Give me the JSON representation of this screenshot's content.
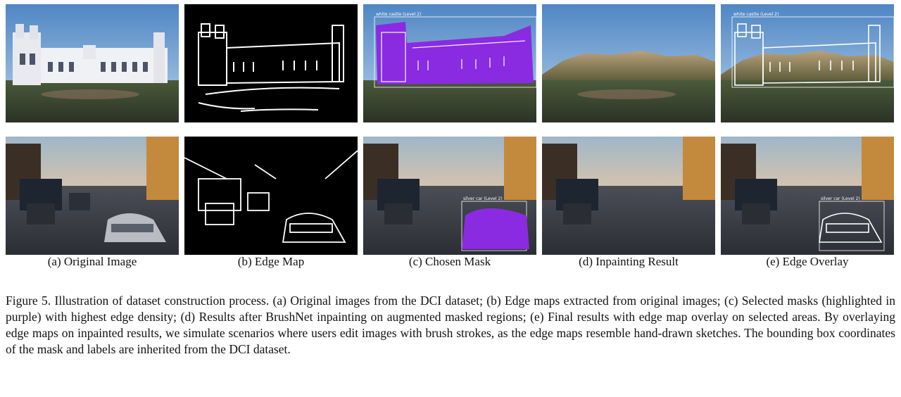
{
  "columns": [
    {
      "caption": "(a) Original Image"
    },
    {
      "caption": "(b) Edge Map"
    },
    {
      "caption": "(c) Chosen Mask"
    },
    {
      "caption": "(d) Inpainting Result"
    },
    {
      "caption": "(e) Edge Overlay"
    }
  ],
  "row1": {
    "mask_label": "white castle (Level 2)"
  },
  "row2": {
    "mask_label": "silver car (Level 2)"
  },
  "colors": {
    "mask_purple": "#8a2be2",
    "edge_white": "#ffffff"
  },
  "figure_caption": "Figure 5. Illustration of dataset construction process. (a) Original images from the DCI dataset; (b) Edge maps extracted from original images; (c) Selected masks (highlighted in purple) with highest edge density; (d) Results after BrushNet inpainting on augmented masked regions; (e) Final results with edge map overlay on selected areas. By overlaying edge maps on inpainted results, we simulate scenarios where users edit images with brush strokes, as the edge maps resemble hand-drawn sketches. The bounding box coordinates of the mask and labels are inherited from the DCI dataset."
}
